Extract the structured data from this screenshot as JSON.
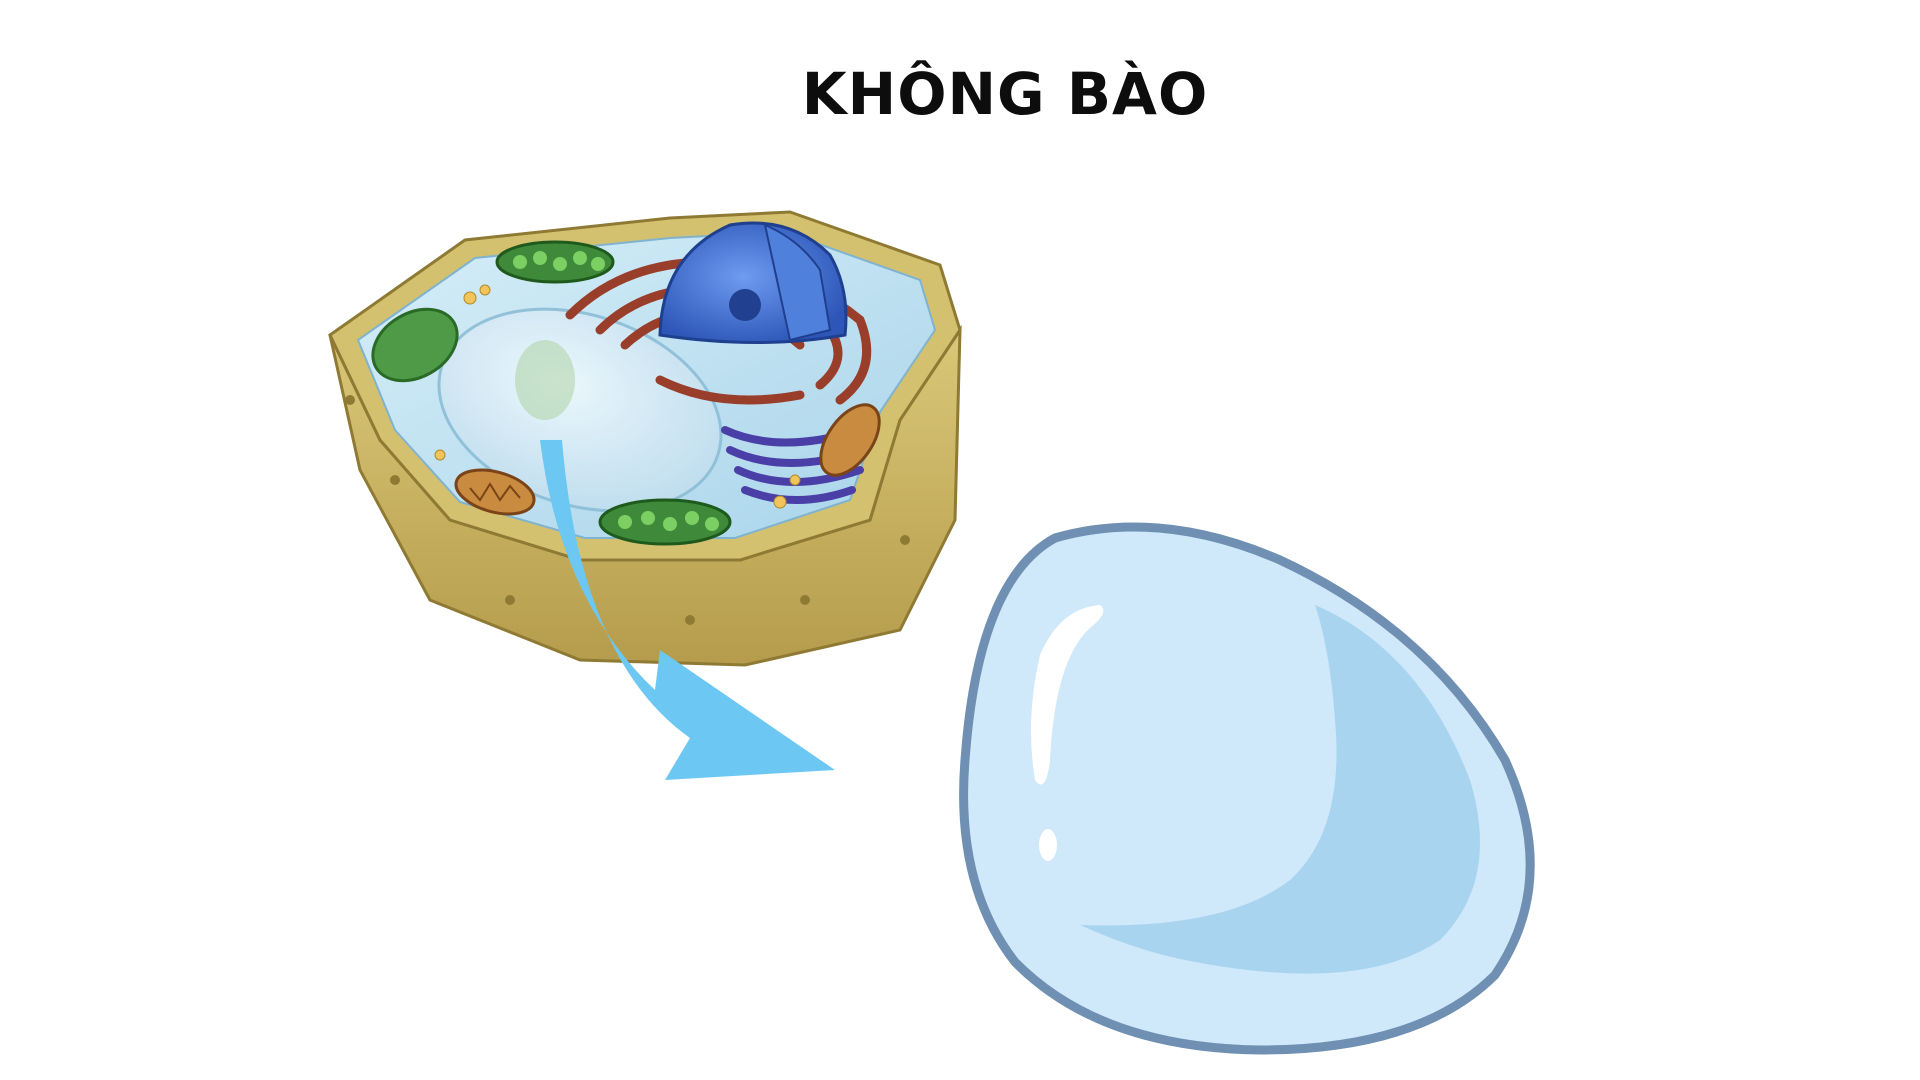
{
  "slide": {
    "title": "KHÔNG BÀO"
  },
  "illustration": {
    "left_image": "plant-cell-cutaway",
    "arrow": "curved-arrow",
    "right_image": "vacuole"
  },
  "colors": {
    "title": "#0d0d0d",
    "arrow": "#6cc8f2",
    "vacuole_fill": "#cfe8fa",
    "vacuole_outline": "#6f90b3",
    "cell_wall": "#c9b766",
    "cytoplasm": "#bfe0ef",
    "nucleus": "#3f73d6",
    "endoplasmic_reticulum": "#9a3e2c",
    "golgi": "#4a3fa6",
    "chloroplast": "#3f8a3a",
    "mitochondrion": "#b06a2a"
  }
}
